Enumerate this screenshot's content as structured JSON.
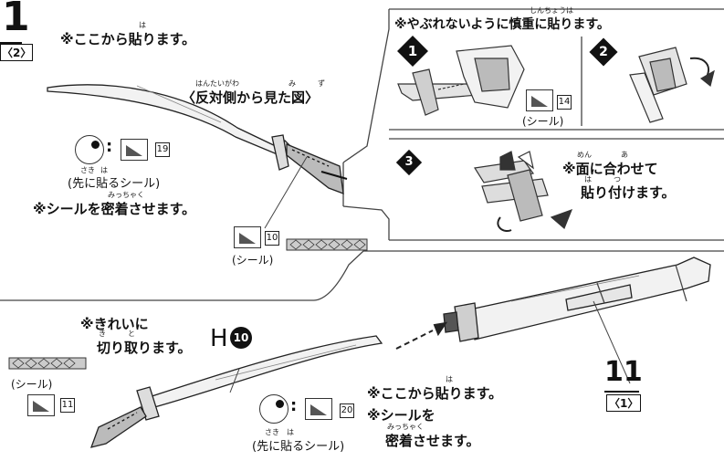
{
  "step_prev": {
    "number": "1",
    "sub": "〈2〉"
  },
  "step_next": {
    "number": "11",
    "sub": "〈1〉"
  },
  "top_left": {
    "note_start": "※ここから貼ります。",
    "furi_start": "は",
    "view_label": "〈反対側から見た図〉",
    "furi_view": [
      "はんたいがわ",
      "み",
      "ず"
    ],
    "circle_badge": "19",
    "first_seal_label": "(先に貼るシール)",
    "furi_first": [
      "さき",
      "は"
    ],
    "note_adhere": "※シールを密着させます。",
    "furi_adhere": "みっちゃく",
    "seal_badge": "10",
    "seal_label": "(シール)"
  },
  "right_top": {
    "note": "※やぶれないように慎重に貼ります。",
    "furi_note": [
      "しんちょう",
      "は"
    ],
    "step1": "1",
    "step2": "2",
    "seal_badge": "14",
    "seal_label": "(シール)"
  },
  "right_mid": {
    "step3": "3",
    "note_line1": "※面に合わせて",
    "note_line2": "貼り付けます。",
    "furi": [
      "めん",
      "あ",
      "は",
      "つ"
    ]
  },
  "bottom": {
    "note_clean_1": "※きれいに",
    "note_clean_2": "切り取ります。",
    "furi_clean": [
      "き",
      "と"
    ],
    "part_letter": "H",
    "part_number": "10",
    "seal_label": "(シール)",
    "seal_badge": "11",
    "note_start": "※ここから貼ります。",
    "furi_start": "は",
    "note_seal_1": "※シールを",
    "note_seal_2": "密着させます。",
    "furi_seal": "みっちゃく",
    "circle_badge": "20",
    "first_seal_label": "(先に貼るシール)",
    "furi_first": [
      "さき",
      "は"
    ]
  },
  "colors": {
    "ink": "#111111",
    "line": "#444444",
    "part_fill": "#e8e8e8",
    "dark": "#555555"
  }
}
